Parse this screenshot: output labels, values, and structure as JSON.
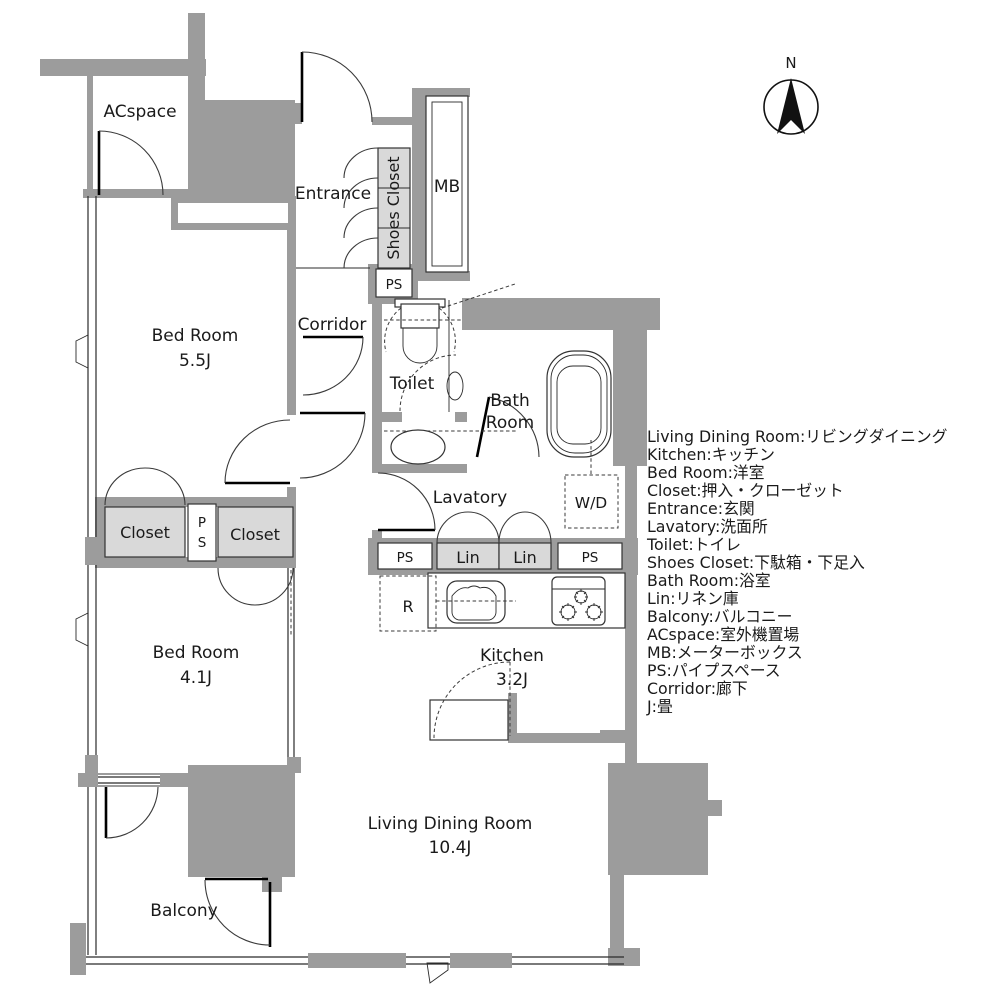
{
  "plan": {
    "compass_label": "N",
    "colors": {
      "wall": "#9c9c9c",
      "storage_fill": "#d9d9d9",
      "line": "#1f1f1f",
      "background": "#ffffff"
    },
    "rooms": {
      "acspace": {
        "label": "ACspace"
      },
      "entrance": {
        "label": "Entrance"
      },
      "shoes_closet": {
        "label": "Shoes Closet"
      },
      "mb": {
        "label": "MB"
      },
      "ps_entry": {
        "label": "PS"
      },
      "corridor": {
        "label": "Corridor"
      },
      "toilet": {
        "label": "Toilet"
      },
      "bath": {
        "line1": "Bath",
        "line2": "Room"
      },
      "bedroom1": {
        "label": "Bed Room",
        "size": "5.5J"
      },
      "closet1": {
        "label": "Closet"
      },
      "ps_between_closets": {
        "line1": "P",
        "line2": "S"
      },
      "closet2": {
        "label": "Closet"
      },
      "bedroom2": {
        "label": "Bed Room",
        "size": "4.1J"
      },
      "lavatory": {
        "label": "Lavatory"
      },
      "wd": {
        "label": "W/D"
      },
      "ps_lavatory": {
        "label": "PS"
      },
      "lin1": {
        "label": "Lin"
      },
      "lin2": {
        "label": "Lin"
      },
      "fridge": {
        "label": "R"
      },
      "kitchen": {
        "label": "Kitchen",
        "size": "3.2J"
      },
      "ldk": {
        "label": "Living Dining Room",
        "size": "10.4J"
      },
      "balcony": {
        "label": "Balcony"
      }
    },
    "legend": [
      "Living Dining Room:リビングダイニング",
      "Kitchen:キッチン",
      "Bed Room:洋室",
      "Closet:押入・クローゼット",
      "Entrance:玄関",
      "Lavatory:洗面所",
      "Toilet:トイレ",
      "Shoes Closet:下駄箱・下足入",
      "Bath Room:浴室",
      "Lin:リネン庫",
      "Balcony:バルコニー",
      "ACspace:室外機置場",
      "MB:メーターボックス",
      "PS:パイプスペース",
      "Corridor:廊下",
      "J:畳"
    ]
  }
}
